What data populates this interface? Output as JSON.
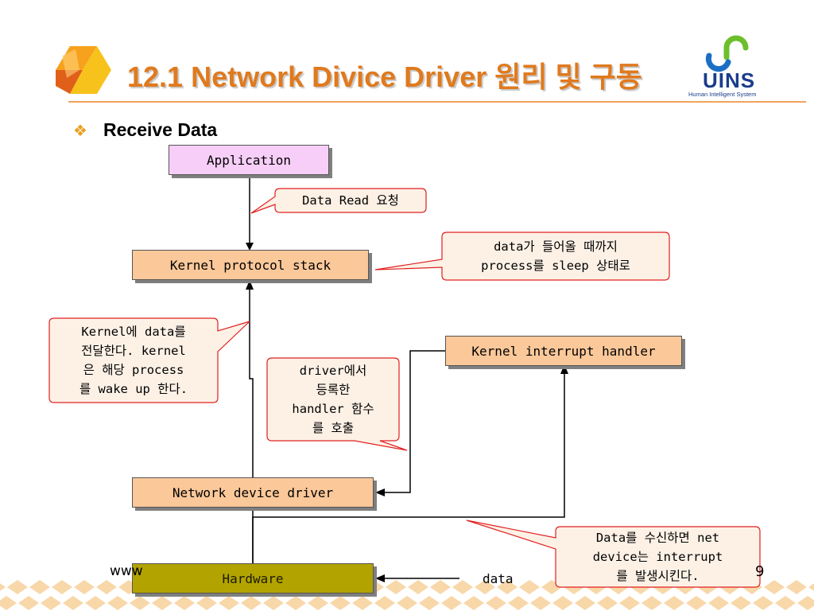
{
  "slide": {
    "title": "12.1 Network Divice Driver 원리 및 구동",
    "bullet": "Receive Data",
    "footer_url": "www",
    "page_number": "9"
  },
  "logo": {
    "name": "UINS",
    "subtitle": "Human Intelligent System"
  },
  "boxes": {
    "application": "Application",
    "kernel_protocol_stack": "Kernel protocol stack",
    "kernel_interrupt_handler": "Kernel interrupt handler",
    "network_device_driver": "Network device driver",
    "hardware": "Hardware"
  },
  "callouts": {
    "data_read": [
      "Data Read 요청"
    ],
    "sleep": [
      "data가 들어올 때까지",
      "process를 sleep 상태로"
    ],
    "wake_up": [
      "Kernel에 data를",
      "전달한다. kernel",
      "은 해당 process",
      "를 wake up 한다."
    ],
    "handler": [
      "driver에서",
      "등록한",
      "handler 함수",
      "를 호출"
    ],
    "interrupt": [
      "Data를 수신하면 net",
      "device는 interrupt",
      "를 발생시킨다."
    ]
  },
  "labels": {
    "incoming_data": "data"
  },
  "colors": {
    "title": "#e07a1e",
    "accent_rule": "#f0a35c",
    "box_pink": "#f7cef7",
    "box_peach": "#fbc89a",
    "box_olive": "#b2a300",
    "callout_fill": "#fdf1e6",
    "callout_border": "#e02020",
    "logo_blue": "#1a3c8a",
    "logo_green": "#6cbf2a",
    "footer_diamond": "#f6c98c"
  }
}
